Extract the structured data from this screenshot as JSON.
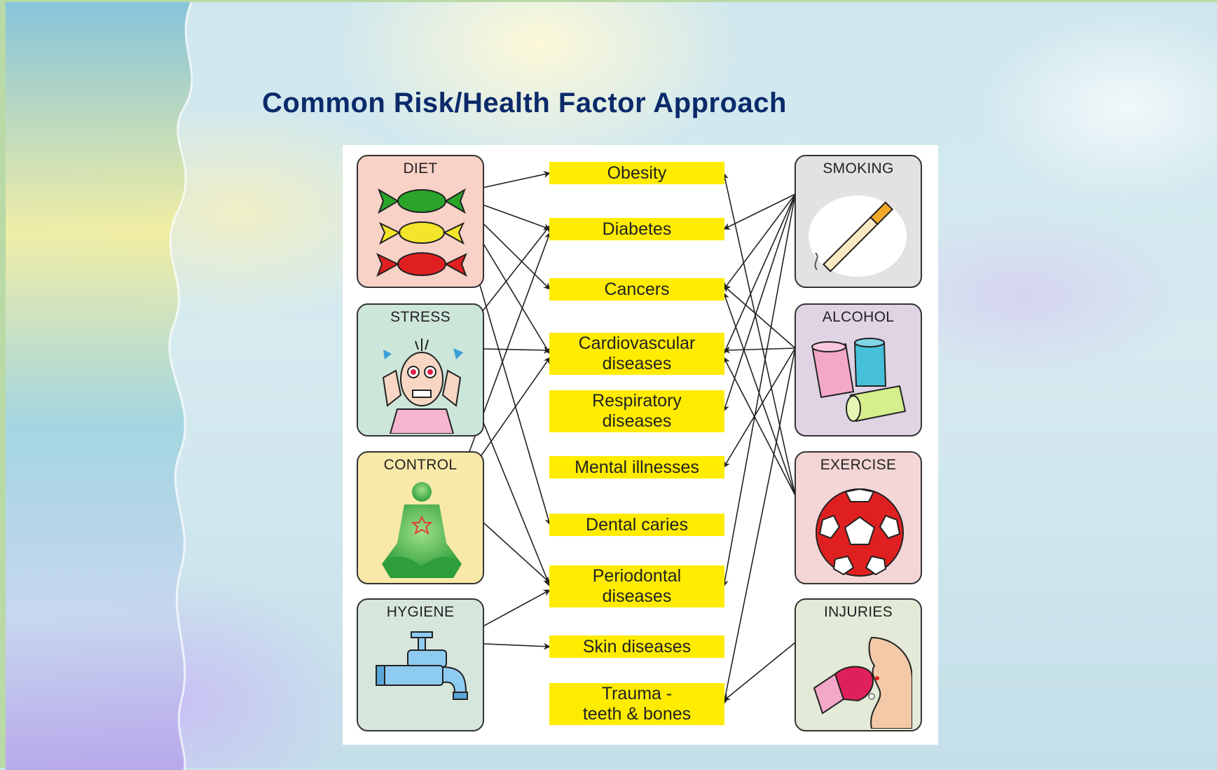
{
  "slide": {
    "title": "Common Risk/Health Factor Approach"
  },
  "colors": {
    "title": "#0a2a6a",
    "disease_box": "#ffec00",
    "diet_box": "#f8d1c7",
    "stress_box": "#cce6da",
    "control_box": "#f9e9a9",
    "hygiene_box": "#d7e6dc",
    "smoking_box": "#e2e2e2",
    "alcohol_box": "#dfd3e4",
    "exercise_box": "#f4d6d6",
    "injuries_box": "#e3ead7"
  },
  "diagram": {
    "risk_factors_left": [
      {
        "label": "DIET",
        "icon": "candy-icon"
      },
      {
        "label": "STRESS",
        "icon": "stressed-person-icon"
      },
      {
        "label": "CONTROL",
        "icon": "meditation-icon"
      },
      {
        "label": "HYGIENE",
        "icon": "water-tap-icon"
      }
    ],
    "risk_factors_right": [
      {
        "label": "SMOKING",
        "icon": "cigarette-icon"
      },
      {
        "label": "ALCOHOL",
        "icon": "drink-cans-icon"
      },
      {
        "label": "EXERCISE",
        "icon": "football-icon"
      },
      {
        "label": "INJURIES",
        "icon": "boxing-glove-icon"
      }
    ],
    "diseases": [
      {
        "line1": "Obesity",
        "line2": ""
      },
      {
        "line1": "Diabetes",
        "line2": ""
      },
      {
        "line1": "Cancers",
        "line2": ""
      },
      {
        "line1": "Cardiovascular",
        "line2": "diseases"
      },
      {
        "line1": "Respiratory",
        "line2": "diseases"
      },
      {
        "line1": "Mental illnesses",
        "line2": ""
      },
      {
        "line1": "Dental caries",
        "line2": ""
      },
      {
        "line1": "Periodontal",
        "line2": "diseases"
      },
      {
        "line1": "Skin diseases",
        "line2": ""
      },
      {
        "line1": "Trauma -",
        "line2": "teeth & bones"
      }
    ],
    "links": [
      {
        "from": "DIET",
        "to": "Obesity"
      },
      {
        "from": "DIET",
        "to": "Diabetes"
      },
      {
        "from": "DIET",
        "to": "Cancers"
      },
      {
        "from": "DIET",
        "to": "Cardiovascular diseases"
      },
      {
        "from": "DIET",
        "to": "Dental caries"
      },
      {
        "from": "STRESS",
        "to": "Diabetes"
      },
      {
        "from": "STRESS",
        "to": "Cardiovascular diseases"
      },
      {
        "from": "STRESS",
        "to": "Periodontal diseases"
      },
      {
        "from": "CONTROL",
        "to": "Diabetes"
      },
      {
        "from": "CONTROL",
        "to": "Cardiovascular diseases"
      },
      {
        "from": "CONTROL",
        "to": "Periodontal diseases"
      },
      {
        "from": "HYGIENE",
        "to": "Periodontal diseases"
      },
      {
        "from": "HYGIENE",
        "to": "Skin diseases"
      },
      {
        "from": "SMOKING",
        "to": "Diabetes"
      },
      {
        "from": "SMOKING",
        "to": "Cancers"
      },
      {
        "from": "SMOKING",
        "to": "Cardiovascular diseases"
      },
      {
        "from": "SMOKING",
        "to": "Respiratory diseases"
      },
      {
        "from": "SMOKING",
        "to": "Periodontal diseases"
      },
      {
        "from": "ALCOHOL",
        "to": "Cancers"
      },
      {
        "from": "ALCOHOL",
        "to": "Cardiovascular diseases"
      },
      {
        "from": "ALCOHOL",
        "to": "Mental illnesses"
      },
      {
        "from": "ALCOHOL",
        "to": "Trauma - teeth & bones"
      },
      {
        "from": "EXERCISE",
        "to": "Obesity"
      },
      {
        "from": "EXERCISE",
        "to": "Cancers"
      },
      {
        "from": "EXERCISE",
        "to": "Cardiovascular diseases"
      },
      {
        "from": "INJURIES",
        "to": "Trauma - teeth & bones"
      }
    ]
  }
}
